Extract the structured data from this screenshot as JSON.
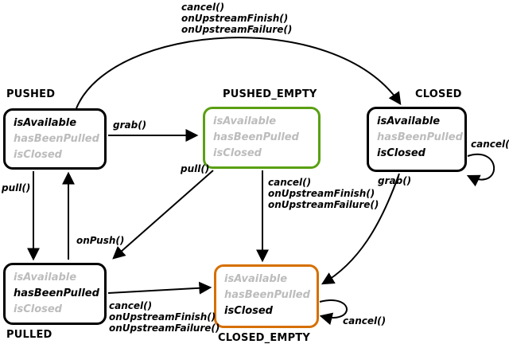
{
  "colors": {
    "background": "#ffffff",
    "state_default_border": "#000000",
    "pushed_empty_border": "#5aa013",
    "closed_empty_border": "#d66f00",
    "flag_active": "#000000",
    "flag_inactive": "#bcbcbc",
    "arrow": "#000000"
  },
  "states": {
    "pushed": {
      "name": "PUSHED",
      "flags": [
        {
          "label": "isAvailable",
          "active": true
        },
        {
          "label": "hasBeenPulled",
          "active": false
        },
        {
          "label": "isClosed",
          "active": false
        }
      ]
    },
    "pushed_empty": {
      "name": "PUSHED_EMPTY",
      "flags": [
        {
          "label": "isAvailable",
          "active": false
        },
        {
          "label": "hasBeenPulled",
          "active": false
        },
        {
          "label": "isClosed",
          "active": false
        }
      ]
    },
    "closed": {
      "name": "CLOSED",
      "flags": [
        {
          "label": "isAvailable",
          "active": true
        },
        {
          "label": "hasBeenPulled",
          "active": false
        },
        {
          "label": "isClosed",
          "active": true
        }
      ]
    },
    "pulled": {
      "name": "PULLED",
      "flags": [
        {
          "label": "isAvailable",
          "active": false
        },
        {
          "label": "hasBeenPulled",
          "active": true
        },
        {
          "label": "isClosed",
          "active": false
        }
      ]
    },
    "closed_empty": {
      "name": "CLOSED_EMPTY",
      "flags": [
        {
          "label": "isAvailable",
          "active": false
        },
        {
          "label": "hasBeenPulled",
          "active": false
        },
        {
          "label": "isClosed",
          "active": true
        }
      ]
    }
  },
  "transitions": {
    "pushed_to_closed": {
      "lines": [
        "cancel()",
        "onUpstreamFinish()",
        "onUpstreamFailure()"
      ]
    },
    "pushed_to_pushed_empty": {
      "label": "grab()"
    },
    "pushed_to_pulled": {
      "label": "pull()"
    },
    "pulled_to_pushed": {
      "label": "onPush()"
    },
    "pushed_empty_to_pulled": {
      "label": "pull()"
    },
    "pushed_empty_to_closed_empty": {
      "lines": [
        "cancel()",
        "onUpstreamFinish()",
        "onUpstreamFailure()"
      ]
    },
    "closed_to_closed_empty": {
      "label": "grab()"
    },
    "closed_self": {
      "label": "cancel()"
    },
    "pulled_to_closed_empty": {
      "lines": [
        "cancel()",
        "onUpstreamFinish()",
        "onUpstreamFailure()"
      ]
    },
    "closed_empty_self": {
      "label": "cancel()"
    }
  }
}
